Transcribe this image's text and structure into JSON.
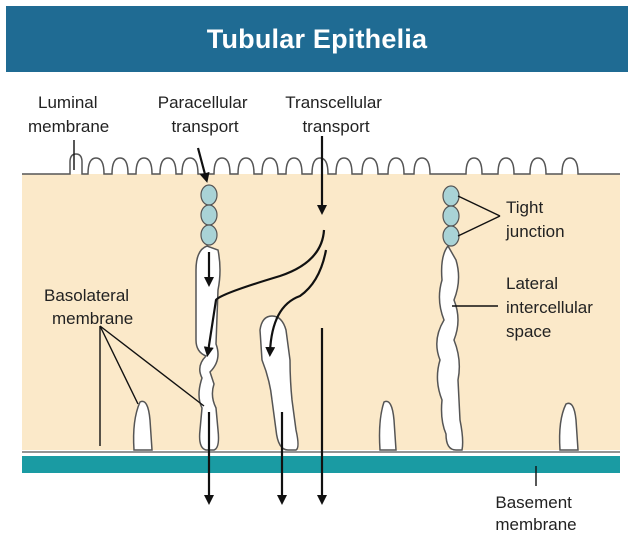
{
  "title": "Tubular Epithelia",
  "labels": {
    "luminal_membrane": [
      "Luminal",
      "membrane"
    ],
    "paracellular_transport": [
      "Paracellular",
      "transport"
    ],
    "transcellular_transport": [
      "Transcellular",
      "transport"
    ],
    "tight_junction": [
      "Tight",
      "junction"
    ],
    "lateral_intercellular_space": [
      "Lateral",
      "intercellular",
      "space"
    ],
    "basolateral_membrane": [
      "Basolateral",
      "membrane"
    ],
    "basement_membrane": [
      "Basement",
      "membrane"
    ]
  },
  "colors": {
    "title_bar": "#1f6b93",
    "cell_fill": "#fbe9c9",
    "junction_fill": "#a9d3d6",
    "basement_membrane": "#1a9ba3",
    "outline": "#555555",
    "arrow": "#111111"
  }
}
